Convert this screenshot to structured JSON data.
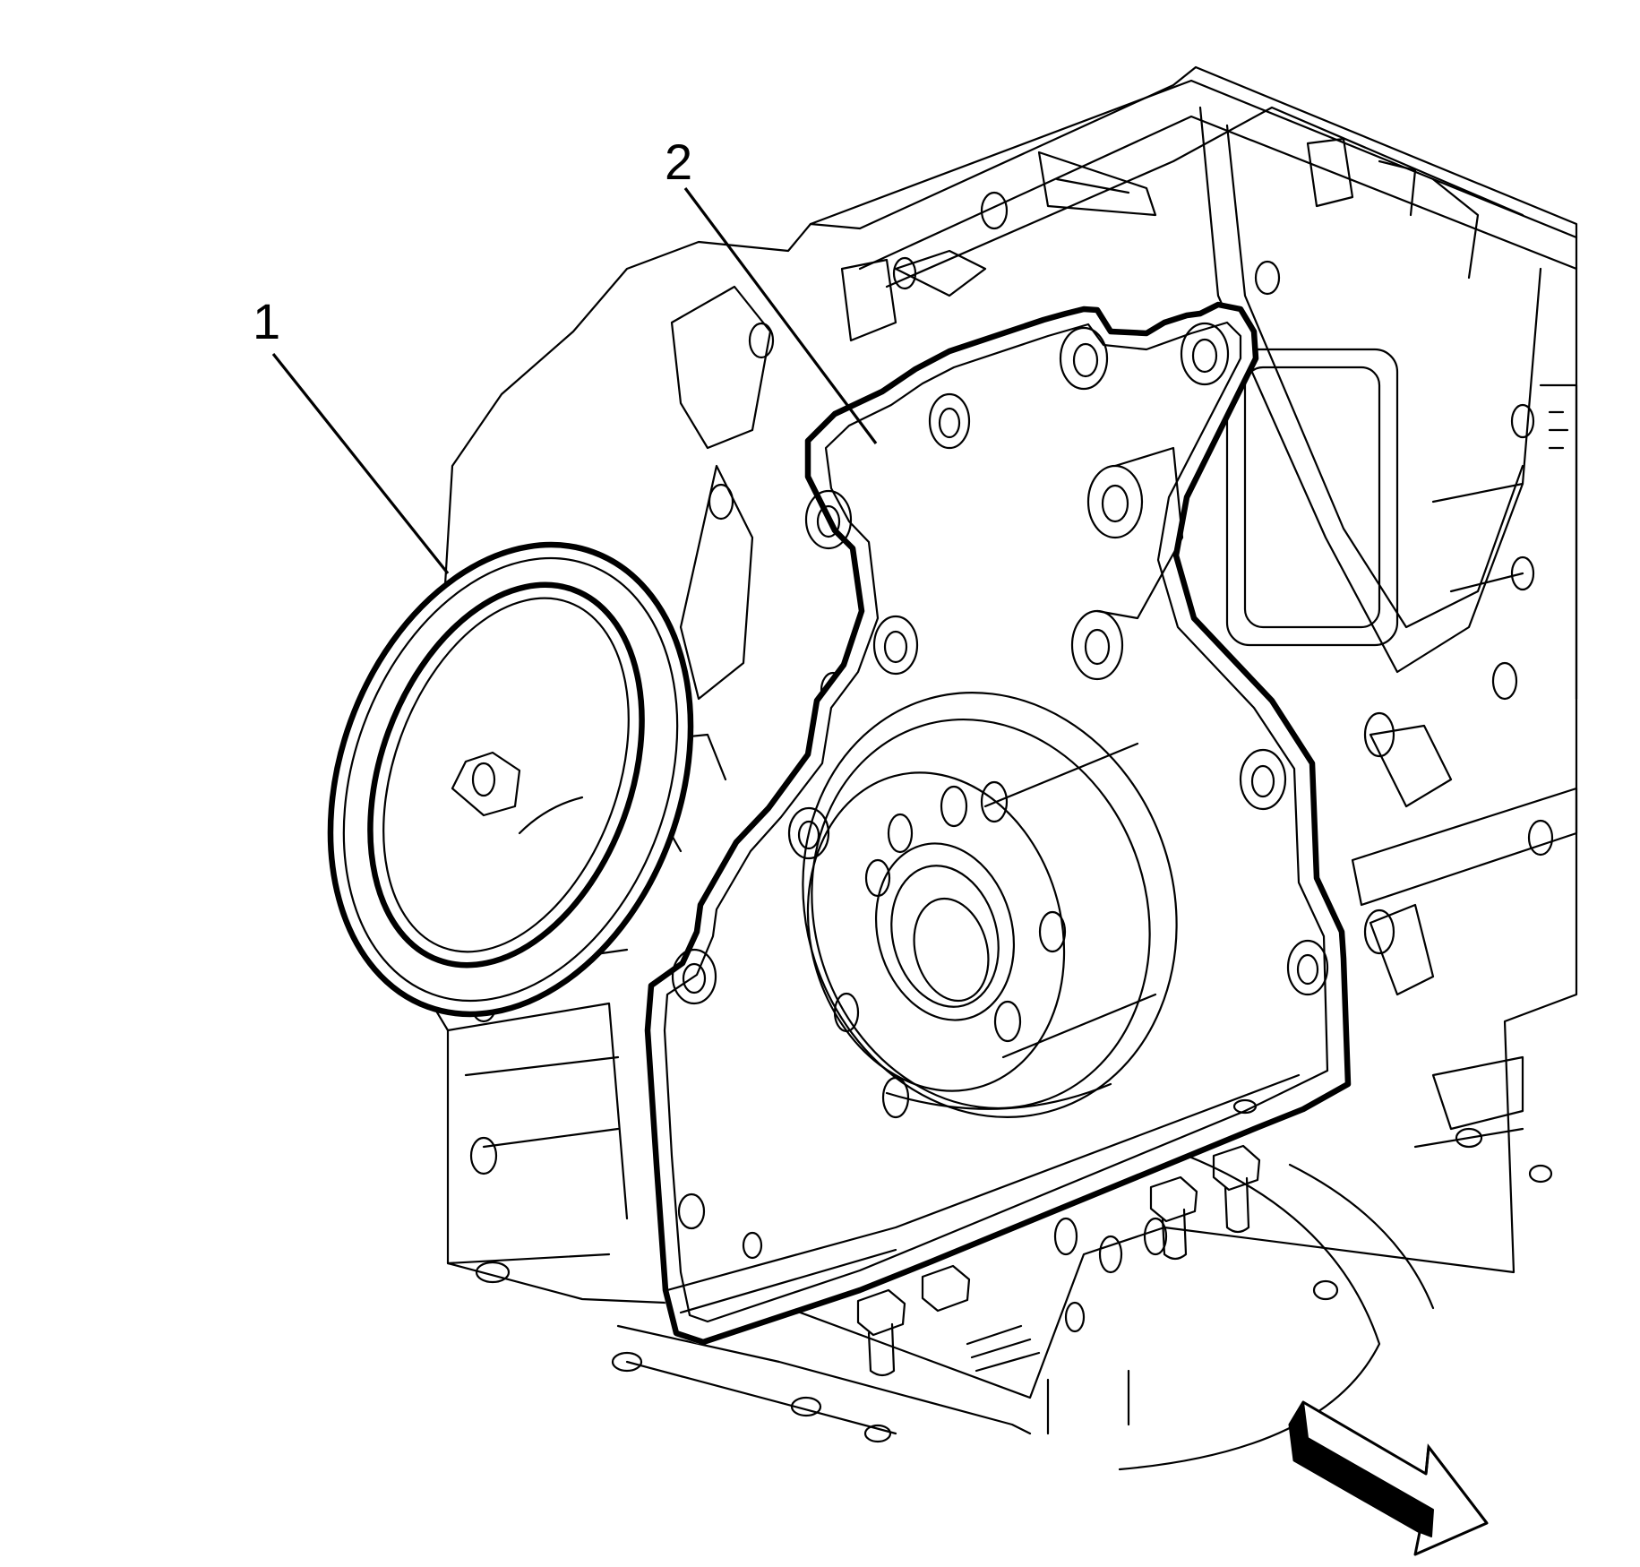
{
  "callouts": [
    {
      "label": "1",
      "part": "seal"
    },
    {
      "label": "2",
      "part": "gasket"
    }
  ],
  "colors": {
    "line": "#000000",
    "background": "#ffffff"
  },
  "icons": {
    "direction": "front-direction-arrow-icon"
  }
}
